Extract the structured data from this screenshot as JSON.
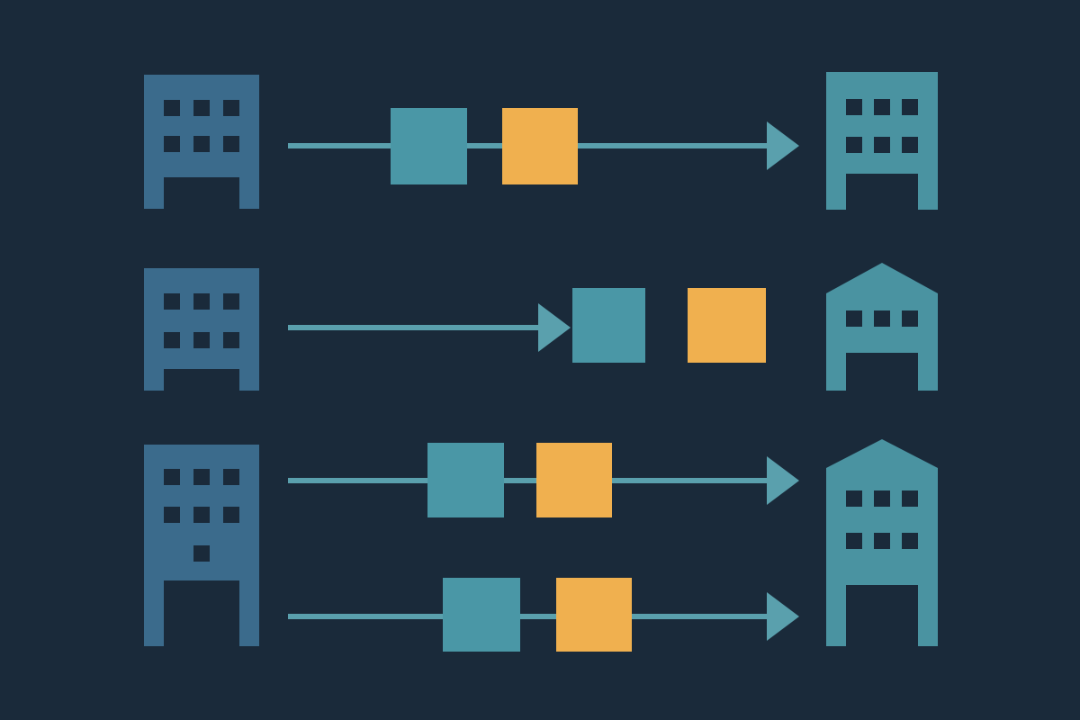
{
  "colors": {
    "background": "#1a2a3a",
    "source_building": "#3b6b8c",
    "destination_building": "#4a93a1",
    "window": "#1a2a3a",
    "arrow": "#5aa0ad",
    "teal_package": "#4a97a6",
    "orange_package": "#f0b04f"
  },
  "icons": {
    "source": "office-building-icon",
    "destination_office": "office-building-icon",
    "destination_house": "house-icon",
    "package": "square-package-icon"
  },
  "flows": [
    {
      "source_building": "office-building",
      "destination_building": "office-building",
      "packages": [
        "teal",
        "orange"
      ],
      "packages_on_line": true
    },
    {
      "source_building": "office-building",
      "destination_building": "house",
      "packages": [
        "teal",
        "orange"
      ],
      "packages_on_line": false
    },
    {
      "source_building": "tall-office-building",
      "destination_building": "tall-house",
      "packages": [
        "teal",
        "orange"
      ],
      "packages_on_line": true
    },
    {
      "source_building": "tall-office-building",
      "destination_building": "tall-house",
      "packages": [
        "teal",
        "orange"
      ],
      "packages_on_line": true
    }
  ]
}
